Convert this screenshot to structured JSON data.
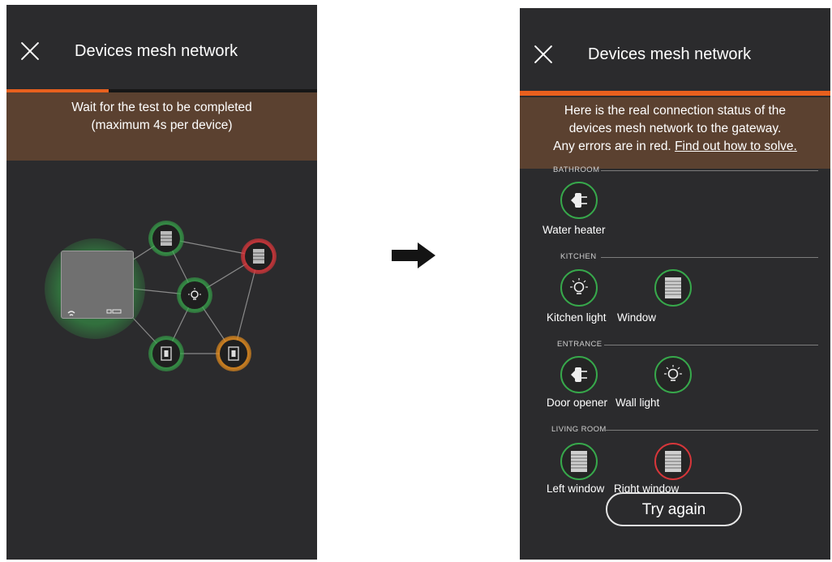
{
  "left_screen": {
    "title": "Devices mesh network",
    "progress_percent": 33,
    "banner": {
      "line1": "Wait for the test to be completed",
      "line2": "(maximum 4s per device)"
    },
    "icons": {
      "close": "close-icon",
      "gateway": "gateway-icon",
      "window": "window-icon",
      "light": "light-bulb-icon",
      "switch": "switch-icon"
    }
  },
  "arrow_icon": "arrow-right-icon",
  "right_screen": {
    "title": "Devices mesh network",
    "progress_percent": 100,
    "banner": {
      "line1": "Here is the real connection status of the",
      "line2": "devices mesh network to the gateway.",
      "line3_prefix": "Any errors are in red.",
      "line3_link": "Find out how to solve."
    },
    "rooms": [
      {
        "name": "BATHROOM",
        "devices": [
          {
            "label": "Water heater",
            "icon": "plug-icon",
            "status": "ok"
          }
        ]
      },
      {
        "name": "KITCHEN",
        "devices": [
          {
            "label": "Kitchen light",
            "icon": "light-bulb-icon",
            "status": "ok"
          },
          {
            "label": "Window",
            "icon": "window-icon",
            "status": "ok"
          }
        ]
      },
      {
        "name": "ENTRANCE",
        "devices": [
          {
            "label": "Door opener",
            "icon": "plug-icon",
            "status": "ok"
          },
          {
            "label": "Wall light",
            "icon": "light-bulb-icon",
            "status": "ok"
          }
        ]
      },
      {
        "name": "LIVING ROOM",
        "devices": [
          {
            "label": "Left window",
            "icon": "window-icon",
            "status": "ok"
          },
          {
            "label": "Right window",
            "icon": "window-icon",
            "status": "error"
          }
        ]
      }
    ],
    "try_again_label": "Try again"
  },
  "colors": {
    "screen_bg": "#2b2b2d",
    "banner_bg": "#5b4130",
    "progress": "#e8601e",
    "ok": "#37a84b",
    "error": "#d6363a",
    "warning": "#e08a1e"
  }
}
